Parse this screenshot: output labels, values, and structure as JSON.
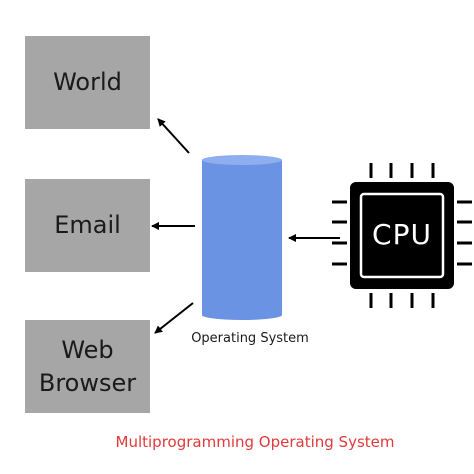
{
  "boxes": {
    "world": "World",
    "email": "Email",
    "web_line1": "Web",
    "web_line2": "Browser"
  },
  "os_label": "Operating System",
  "cpu_label": "CPU",
  "caption": "Multiprogramming Operating System",
  "colors": {
    "box_fill": "#a6a6a6",
    "cylinder_fill": "#6b93e4",
    "cpu_fill": "#000000",
    "caption_color": "#e03a3a"
  }
}
